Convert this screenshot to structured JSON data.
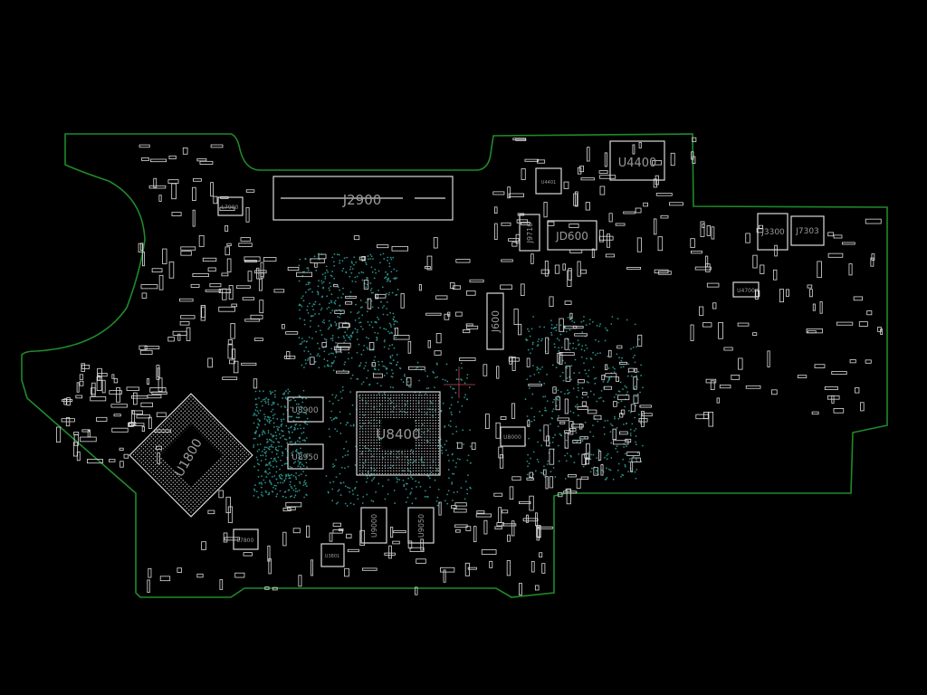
{
  "viewer": {
    "background_color": "#000000",
    "outline_color": "#1f8a2a",
    "part_color": "#d8d8d8",
    "via_color": "#2a8f8a",
    "label_color": "#9a9a9a",
    "cursor_color": "#c04a5a"
  },
  "components": {
    "j2900": "J2900",
    "u4400": "U4400",
    "u4401": "U4401",
    "jd600": "JD600",
    "j9710": "J9710",
    "j3300": "J3300",
    "j7303": "J7303",
    "u4700": "U4700",
    "j600": "J600",
    "u8400": "U8400",
    "u8900": "U8900",
    "u8950": "U8950",
    "u9000": "U9000",
    "u9050": "U9050",
    "u3801": "U3801",
    "l7900": "L7900",
    "l7800": "L7800",
    "u8000": "U8000",
    "u1800": "U1800"
  }
}
